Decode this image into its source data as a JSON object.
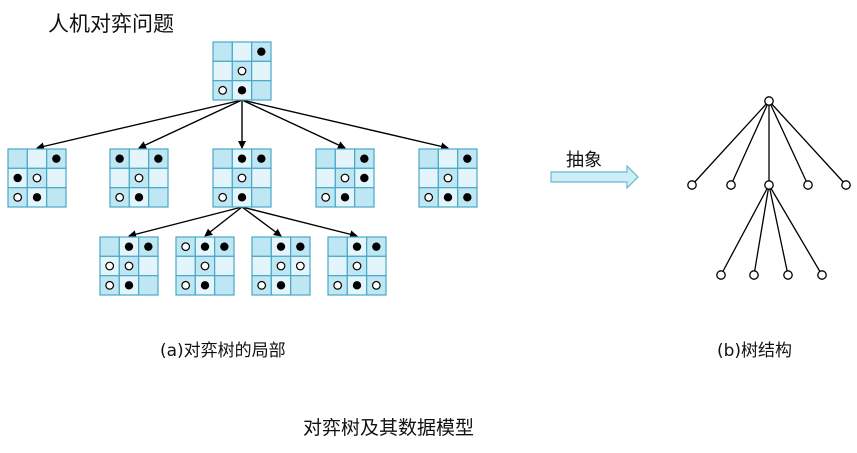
{
  "title": "人机对弈问题",
  "abstract_label": "抽象",
  "caption_a": "(a)对弈树的局部",
  "caption_b": "(b)树结构",
  "figure_caption": "对弈树及其数据模型",
  "colors": {
    "cell_fill": "#bfe6f3",
    "cell_fill_light": "#e3f5fb",
    "cell_border": "#4aa8c8",
    "edge": "#000000",
    "arrow_fill": "#cdeef7",
    "arrow_stroke": "#6bb8d2",
    "node": "#ffffff"
  },
  "pieces_legend": {
    "b": "black-stone",
    "w": "white-stone"
  },
  "boards": {
    "root": [
      [
        "",
        "",
        "b"
      ],
      [
        "",
        "w",
        ""
      ],
      [
        "w",
        "b",
        ""
      ]
    ],
    "c1": [
      [
        "",
        "",
        "b"
      ],
      [
        "b",
        "w",
        ""
      ],
      [
        "w",
        "b",
        ""
      ]
    ],
    "c2": [
      [
        "b",
        "",
        "b"
      ],
      [
        "",
        "w",
        ""
      ],
      [
        "w",
        "b",
        ""
      ]
    ],
    "c3": [
      [
        "",
        "b",
        "b"
      ],
      [
        "",
        "w",
        ""
      ],
      [
        "w",
        "b",
        ""
      ]
    ],
    "c4": [
      [
        "",
        "",
        "b"
      ],
      [
        "",
        "w",
        "b"
      ],
      [
        "w",
        "b",
        ""
      ]
    ],
    "c5": [
      [
        "",
        "",
        "b"
      ],
      [
        "",
        "w",
        ""
      ],
      [
        "w",
        "b",
        "b"
      ]
    ],
    "g1": [
      [
        "",
        "b",
        "b"
      ],
      [
        "w",
        "w",
        ""
      ],
      [
        "w",
        "b",
        ""
      ]
    ],
    "g2": [
      [
        "w",
        "b",
        "b"
      ],
      [
        "",
        "w",
        ""
      ],
      [
        "w",
        "b",
        ""
      ]
    ],
    "g3": [
      [
        "",
        "b",
        "b"
      ],
      [
        "",
        "w",
        "w"
      ],
      [
        "w",
        "b",
        ""
      ]
    ],
    "g4": [
      [
        "",
        "b",
        "b"
      ],
      [
        "",
        "w",
        ""
      ],
      [
        "w",
        "b",
        "w"
      ]
    ]
  }
}
